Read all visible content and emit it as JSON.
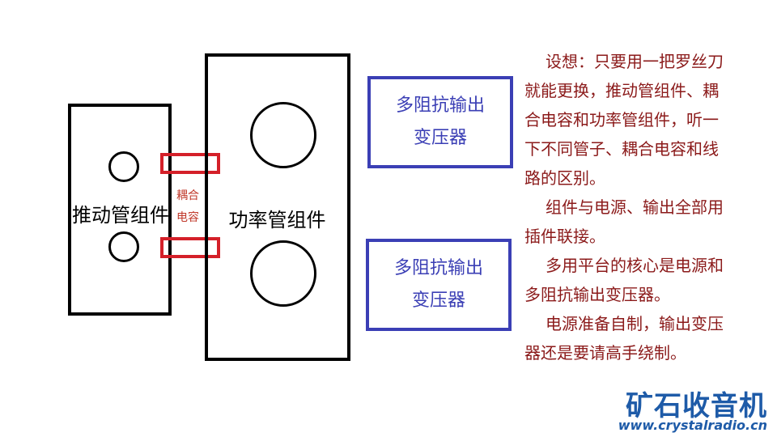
{
  "diagram": {
    "driver_label": "推动管组件",
    "power_label": "功率管组件",
    "coupling_label_line1": "耦合",
    "coupling_label_line2": "电容",
    "transformer_top": [
      "多阻抗输出",
      "变压器"
    ],
    "transformer_bottom": [
      "多阻抗输出",
      "变压器"
    ]
  },
  "notes": [
    "设想：只要用一把罗丝刀就能更换，推动管组件、耦合电容和功率管组件，听一下不同管子、耦合电容和线路的区别。",
    "组件与电源、输出全部用插件联接。",
    "多用平台的核心是电源和多阻抗输出变压器。",
    "电源准备自制，输出变压器还是要请高手绕制。"
  ],
  "logo": {
    "name": "矿石收音机",
    "url": "www.crystalradio.cn"
  },
  "colors": {
    "outline": "#000000",
    "transformer_blue": "#3b3fb5",
    "coupling_red": "#d42029",
    "notes_text": "#8b1a1a",
    "logo_blue": "#1e5ba8"
  }
}
